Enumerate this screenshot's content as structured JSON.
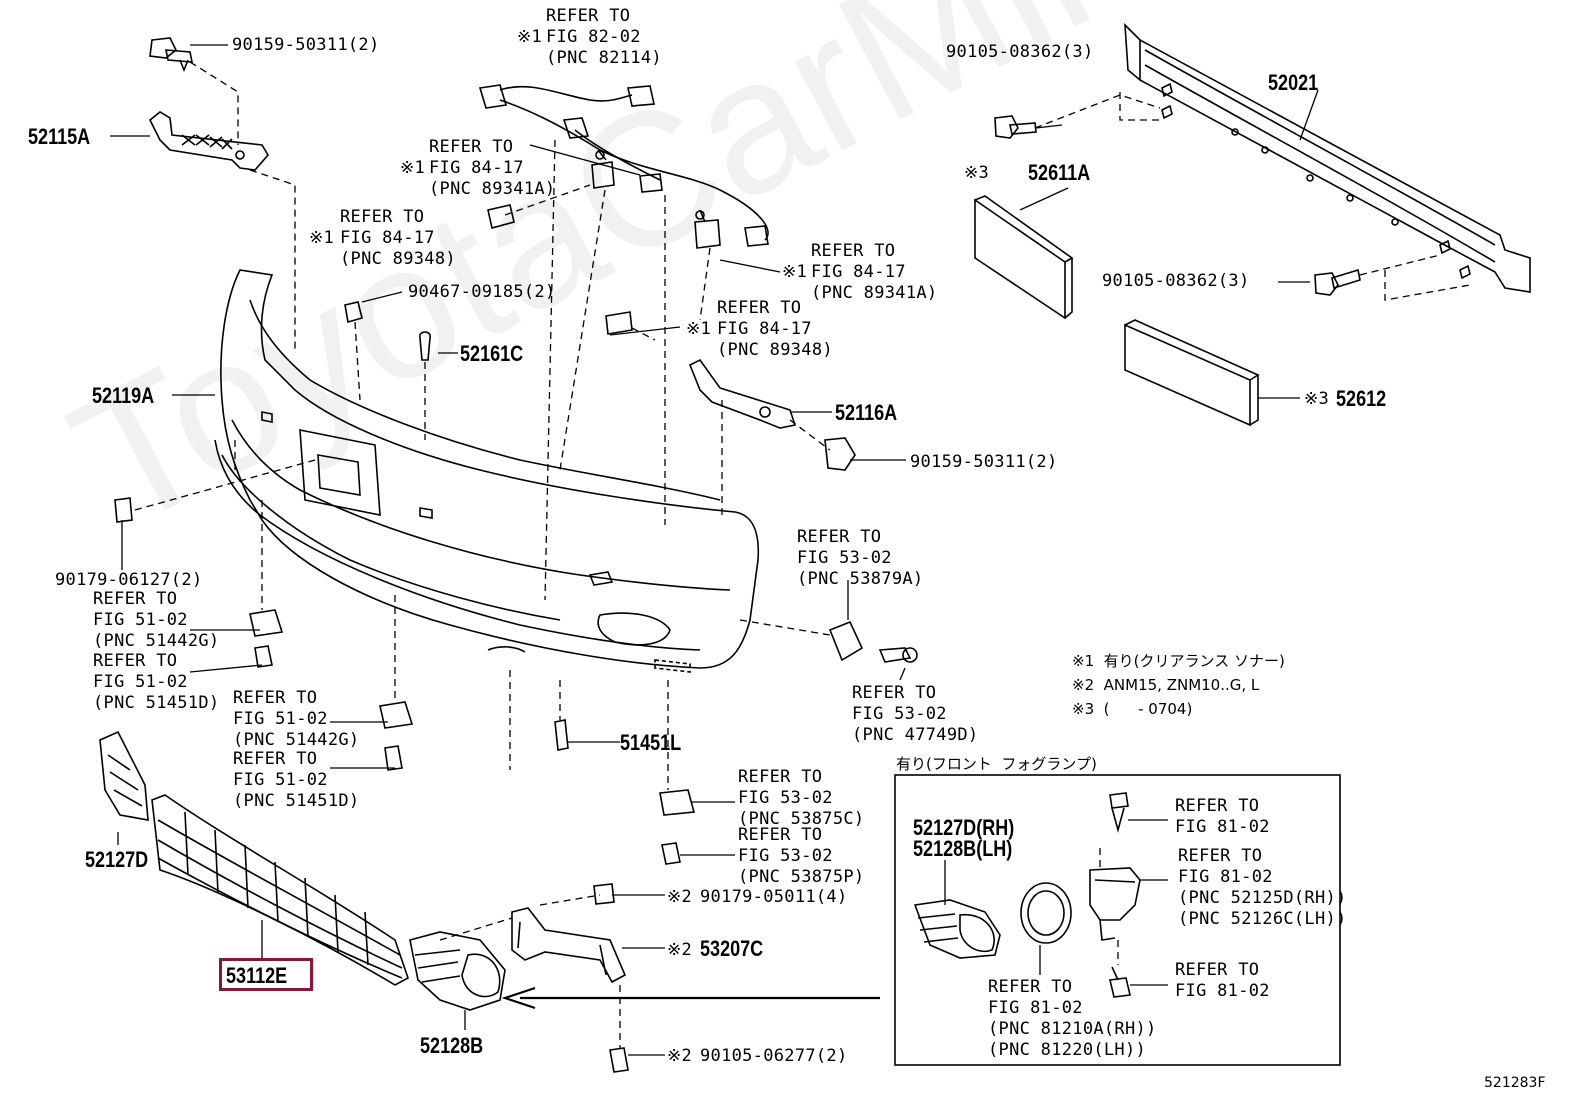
{
  "watermark": "ToyotaCarMine.ru",
  "figure_code": "521283F",
  "highlighted_part": "53112E",
  "parts": {
    "p52115A": "52115A",
    "p52119A": "52119A",
    "p52161C": "52161C",
    "p52116A": "52116A",
    "p52021": "52021",
    "p52611A": "52611A",
    "p52612": "52612",
    "p51451L": "51451L",
    "p52127D": "52127D",
    "p53112E": "53112E",
    "p52128B": "52128B",
    "p53207C": "53207C",
    "p52127D_RH": "52127D(RH)",
    "p52128B_LH": "52128B(LH)"
  },
  "refs": {
    "bolt_top_left": "90159-50311(2)",
    "refer_82_02": "REFER TO\nFIG 82-02\n(PNC 82114)",
    "refer_84_17_a": "REFER TO\nFIG 84-17\n(PNC 89341A)",
    "refer_84_17_b": "REFER TO\nFIG 84-17\n(PNC 89348)",
    "refer_84_17_c": "REFER TO\nFIG 84-17\n(PNC 89341A)",
    "refer_84_17_d": "REFER TO\nFIG 84-17\n(PNC 89348)",
    "clip_90467": "90467-09185(2)",
    "bolt_52021_top": "90105-08362(3)",
    "bolt_52021_bot": "90105-08362(3)",
    "bolt_52116A": "90159-50311(2)",
    "clip_90179_06127": "90179-06127(2)",
    "refer_51_02_a": "REFER TO\nFIG 51-02\n(PNC 51442G)",
    "refer_51_02_b": "REFER TO\nFIG 51-02\n(PNC 51451D)",
    "refer_51_02_c": "REFER TO\nFIG 51-02\n(PNC 51442G)",
    "refer_51_02_d": "REFER TO\nFIG 51-02\n(PNC 51451D)",
    "refer_53_02_a": "REFER TO\nFIG 53-02\n(PNC 53879A)",
    "refer_53_02_b": "REFER TO\nFIG 53-02\n(PNC 47749D)",
    "refer_53_02_c": "REFER TO\nFIG 53-02\n(PNC 53875C)",
    "refer_53_02_d": "REFER TO\nFIG 53-02\n(PNC 53875P)",
    "nut_90179_05011": "90179-05011(4)",
    "bolt_90105_06277": "90105-06277(2)",
    "refer_81_02_a": "REFER TO\nFIG 81-02",
    "refer_81_02_b": "REFER TO\nFIG 81-02\n(PNC 52125D(RH))\n(PNC 52126C(LH))",
    "refer_81_02_c": "REFER TO\nFIG 81-02",
    "refer_81_02_d": "REFER TO\nFIG 81-02\n(PNC 81210A(RH))\n(PNC 81220(LH))"
  },
  "marks": {
    "m1": "※1",
    "m2": "※2",
    "m3": "※3"
  },
  "notes": {
    "n1": "※1  有り(クリアランス ソナー)",
    "n2": "※2  ANM15, ZNM10..G, L",
    "n3": "※3  (      - 0704)"
  },
  "inset_title": "有り(フロント  フォグランプ)"
}
